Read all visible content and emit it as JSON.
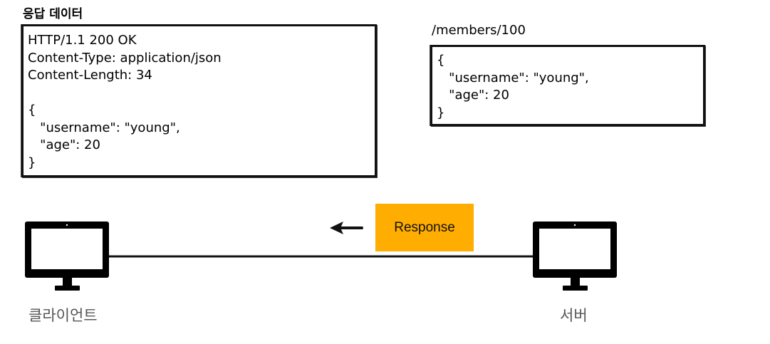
{
  "response_section": {
    "title": "응답 데이터",
    "body": "HTTP/1.1 200 OK\nContent-Type: application/json\nContent-Length: 34\n\n{\n   \"username\": \"young\",\n   \"age\": 20\n}"
  },
  "resource_section": {
    "path": "/members/100",
    "body": "{\n   \"username\": \"young\",\n   \"age\": 20\n}"
  },
  "message": {
    "label": "Response",
    "color": "#FFAD00",
    "direction": "server-to-client"
  },
  "client": {
    "label": "클라이언트",
    "icon": "monitor-icon"
  },
  "server": {
    "label": "서버",
    "icon": "monitor-icon"
  },
  "colors": {
    "device": "#000000",
    "device_label": "#555555",
    "connector": "#111111"
  }
}
